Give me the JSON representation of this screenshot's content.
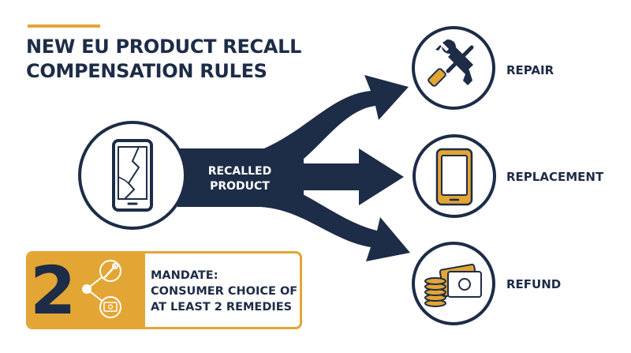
{
  "title": {
    "line1": "NEW EU PRODUCT RECALL",
    "line2": "COMPENSATION RULES"
  },
  "center": {
    "line1": "RECALLED",
    "line2": "PRODUCT",
    "icon": "broken-phone-icon"
  },
  "remedies": [
    {
      "label": "REPAIR",
      "icon": "wrench-screwdriver-icon"
    },
    {
      "label": "REPLACEMENT",
      "icon": "smartphone-icon"
    },
    {
      "label": "REFUND",
      "icon": "cash-coins-icon"
    }
  ],
  "mandate": {
    "number": "2",
    "line1": "MANDATE:",
    "line2": "CONSUMER CHOICE OF",
    "line3": "AT LEAST 2 REMEDIES"
  },
  "colors": {
    "navy": "#1d2c47",
    "gold": "#e3a534",
    "white": "#ffffff"
  }
}
